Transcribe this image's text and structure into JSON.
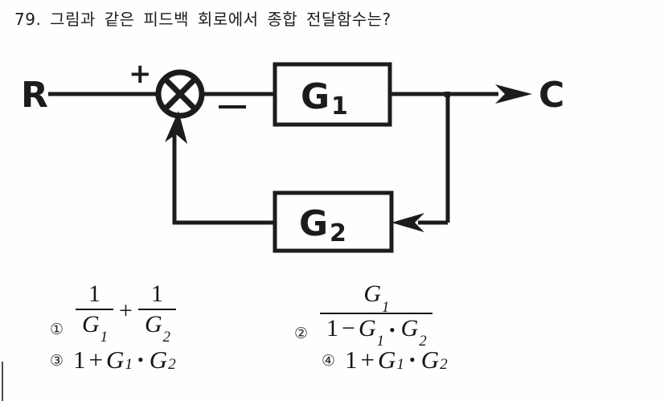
{
  "question": {
    "number": "79.",
    "text": "79. 그림과 같은 피드백 회로에서 종합 전달함수는?"
  },
  "diagram": {
    "type": "feedback-control-block-diagram",
    "input_label": "R",
    "output_label": "C",
    "summing_junction": {
      "shape": "circle-with-x",
      "plus_sign": "+",
      "minus_sign": "—"
    },
    "blocks": [
      {
        "name": "forward-block",
        "label_main": "G",
        "label_sub": "1"
      },
      {
        "name": "feedback-block",
        "label_main": "G",
        "label_sub": "2"
      }
    ]
  },
  "choices": [
    {
      "marker": "①",
      "parts": {
        "num1": "1",
        "den1_main": "G",
        "den1_sub": "1",
        "operator": "+",
        "num2": "1",
        "den2_main": "G",
        "den2_sub": "2"
      }
    },
    {
      "marker": "②",
      "parts": {
        "numer_main": "G",
        "numer_sub": "1",
        "den_one": "1",
        "den_op": "−",
        "den_g1_main": "G",
        "den_g1_sub": "1",
        "den_dot": "•",
        "den_g2_main": "G",
        "den_g2_sub": "2"
      }
    },
    {
      "marker": "③",
      "parts": {
        "one": "1",
        "op": "+",
        "g1_main": "G",
        "g1_sub": "1",
        "dot": "•",
        "g2_main": "G",
        "g2_sub": "2"
      }
    },
    {
      "marker": "④",
      "parts": {
        "one": "1",
        "op": "+",
        "g1_main": "G",
        "g1_sub": "1",
        "dot": "•",
        "g2_main": "G",
        "g2_sub": "2"
      }
    }
  ],
  "colors": {
    "ink": "#1c1c1c",
    "page_background": "#fefefe"
  }
}
